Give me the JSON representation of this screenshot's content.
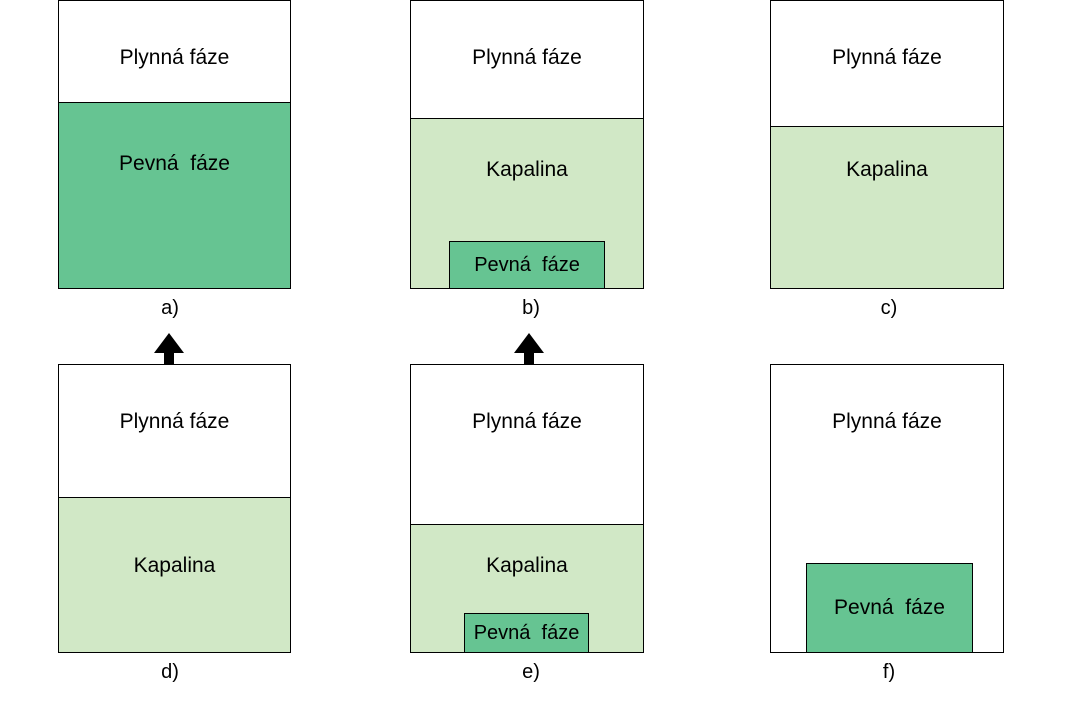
{
  "colors": {
    "liquid": "#d1e8c6",
    "solid": "#66c492",
    "border": "#000000",
    "background": "#ffffff"
  },
  "panels": [
    {
      "caption": "a)",
      "gas": "Plynná fáze",
      "solid": "Pevná  fáze"
    },
    {
      "caption": "b)",
      "gas": "Plynná fáze",
      "liquid": "Kapalina",
      "solid": "Pevná  fáze"
    },
    {
      "caption": "c)",
      "gas": "Plynná fáze",
      "liquid": "Kapalina"
    },
    {
      "caption": "d)",
      "gas": "Plynná fáze",
      "liquid": "Kapalina"
    },
    {
      "caption": "e)",
      "gas": "Plynná fáze",
      "liquid": "Kapalina",
      "solid": "Pevná  fáze"
    },
    {
      "caption": "f)",
      "gas": "Plynná fáze",
      "solid": "Pevná  fáze"
    }
  ],
  "arrows": [
    {
      "from": "d)",
      "to": "a)",
      "icon": "arrow-up-icon"
    },
    {
      "from": "e)",
      "to": "b)",
      "icon": "arrow-up-icon"
    }
  ]
}
